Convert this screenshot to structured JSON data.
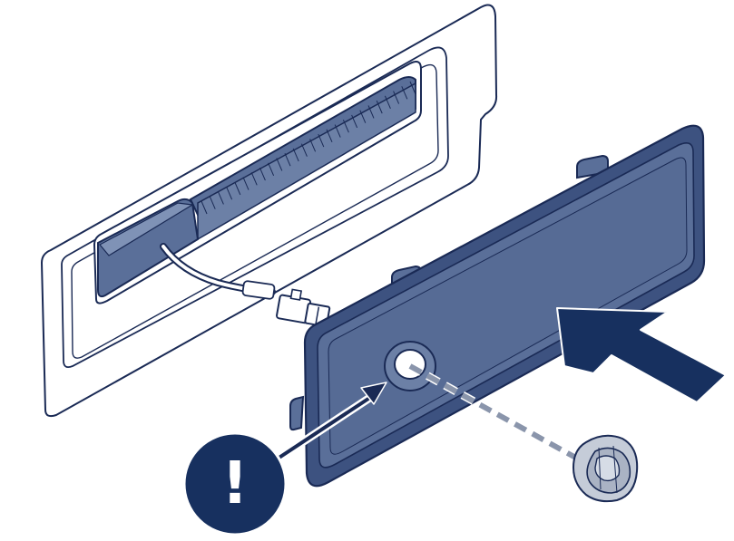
{
  "figure": {
    "kind": "assembly-illustration",
    "colors": {
      "outline": "#1a2a55",
      "panel_fill": "#5a6f99",
      "panel_dark": "#3d5280",
      "accent_navy": "#17305f",
      "housing_fill": "#ffffff",
      "connector_fill": "#ffffff",
      "screw_fill": "#c5ccd8",
      "arrow_fill": "#17305f"
    },
    "callout": {
      "symbol": "!",
      "icon": "exclamation-icon"
    },
    "parts": [
      {
        "id": "housing",
        "icon": "recessed-housing"
      },
      {
        "id": "light-bar",
        "icon": "led-strip"
      },
      {
        "id": "cable",
        "icon": "wire-with-connector"
      },
      {
        "id": "cover",
        "icon": "cover-panel"
      },
      {
        "id": "screw",
        "icon": "screw-plug"
      },
      {
        "id": "insert-arrow",
        "icon": "arrow-left-icon"
      }
    ]
  }
}
